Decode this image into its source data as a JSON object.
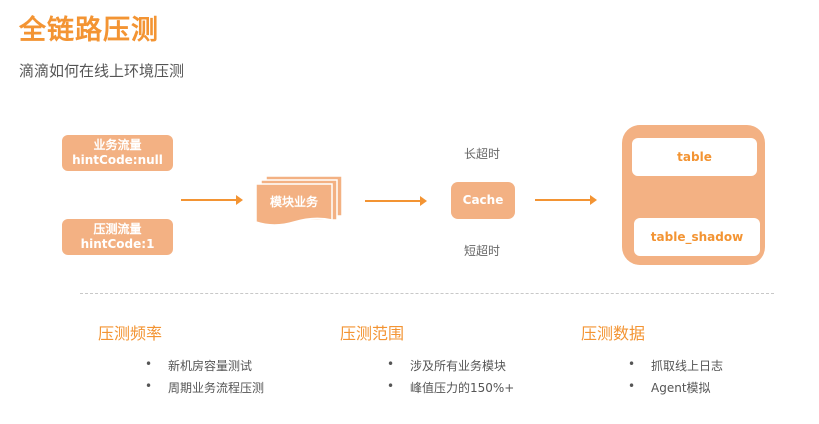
{
  "header": {
    "title": "全链路压测",
    "subtitle": "滴滴如何在线上环境压测"
  },
  "diagram": {
    "sources": [
      {
        "line1": "业务流量",
        "line2": "hintCode:null"
      },
      {
        "line1": "压测流量",
        "line2": "hintCode:1"
      }
    ],
    "module": "模块业务",
    "cache": "Cache",
    "cache_top_label": "长超时",
    "cache_bottom_label": "短超时",
    "tables": [
      "table",
      "table_shadow"
    ]
  },
  "sections": [
    {
      "title": "压测频率",
      "items": [
        "新机房容量测试",
        "周期业务流程压测"
      ]
    },
    {
      "title": "压测范围",
      "items": [
        "涉及所有业务模块",
        "峰值压力的150%+"
      ]
    },
    {
      "title": "压测数据",
      "items": [
        "抓取线上日志",
        "Agent模拟"
      ]
    }
  ],
  "colors": {
    "accent": "#f39433",
    "box_fill": "#f3b183",
    "text_gray": "#555555"
  }
}
